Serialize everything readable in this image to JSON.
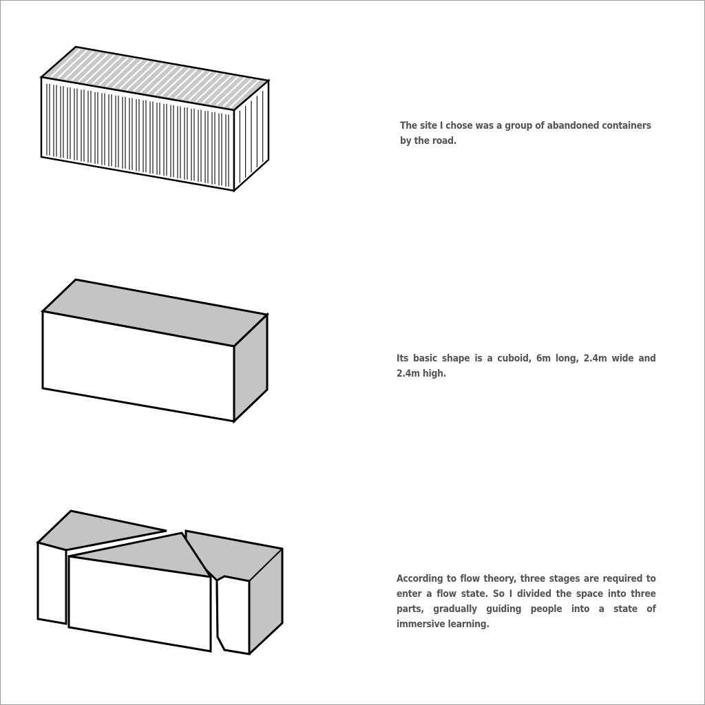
{
  "stages": [
    {
      "illustration": "corrugated-container",
      "caption": "The site I chose was a group of abandoned containers by the road."
    },
    {
      "illustration": "plain-cuboid",
      "caption": "Its basic shape is a cuboid, 6m long, 2.4m wide and 2.4m high."
    },
    {
      "illustration": "cuboid-split-into-three-parts",
      "caption": "According to flow theory, three stages are required to enter a flow state. So I divided the space into three parts, gradually guiding people into a state of immersive learning."
    }
  ],
  "colors": {
    "outline": "#000000",
    "shade": "#c4c4c4",
    "face": "#ffffff",
    "text": "#555555"
  }
}
